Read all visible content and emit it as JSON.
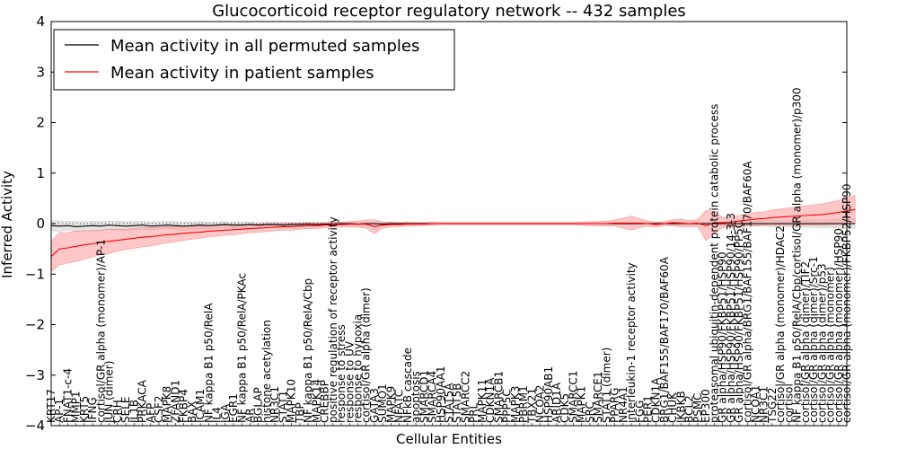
{
  "chart_data": {
    "type": "line",
    "title": "Glucocorticoid receptor regulatory network -- 432 samples",
    "xlabel": "Cellular Entities",
    "ylabel": "Inferred Activity",
    "ylim": [
      -4,
      4
    ],
    "yticks": [
      "4",
      "3",
      "2",
      "1",
      "0",
      "−1",
      "−2",
      "−3",
      "−4"
    ],
    "legend_position": "top-left",
    "categories": [
      "KRT17",
      "AP-1",
      "FNAT1-c-4",
      "MMP1",
      "KRT5",
      "IFNG",
      "cortisol/GR alpha (monomer)/AP-1",
      "JUN (dimer)",
      "CRH",
      "SELE",
      "IL1B",
      "PRKACA",
      "AFP",
      "CSF2",
      "MAPK8",
      "ZFAND1",
      "FKBP4",
      "BAX",
      "ICAM1",
      "NF kappa B1 p50/RelA",
      "IL4",
      "IGA",
      "EGR1",
      "NF kappa B1 p50/RelA/PKAc",
      "AR",
      "BGLAP",
      "histone acetylation",
      "NR3C1",
      "STAT1",
      "MAPK10",
      "TBP",
      "NF kappa B1 p50/RelA/Cbp",
      "MAPK14",
      "CREBBP",
      "positive regulation of receptor activity",
      "response to stress",
      "response to UV",
      "response to hypoxia",
      "cortisol/GR alpha (dimer)",
      "GATA3",
      "SUMO1",
      "MAPK9",
      "NFATC",
      "NFkB cascade",
      "apoptosis",
      "SMARCD1",
      "SMARCA4",
      "HSP90AA1",
      "STAT5A",
      "STAT5B",
      "SMARCC2",
      "PRL",
      "MAPK11",
      "CDKN1A",
      "SMARCB1",
      "PPP5C",
      "MAPK3",
      "PBRM1",
      "TBX21",
      "NCOA2",
      "HSP90AB1",
      "ARID1A",
      "CDK5",
      "SMARCC1",
      "MAPK1",
      "SRC",
      "SMARCE1",
      "STAT1 (dimer)",
      "PPARG",
      "NR4A1",
      "interleukin-1 receptor activity",
      "FGG",
      "PER1",
      "CDKN1A",
      "BRG1/BAF155/BAF170/BAF60A",
      "CHUK",
      "IKBKB",
      "BCL2",
      "PSMC",
      "EP300",
      "proteasomal ubiquitin-dependent protein catabolic process",
      "GR alpha/HSP90/FKBP51/HSP90",
      "GR alpha/HSP90/FKBP51/HSP90/14-3-3",
      "GR alpha/HSP90/FKBP51/HSP90/PP5C",
      "cortisol/GR alpha/BRG1/BAF155/BAF170/BAF60A",
      "NCOA1",
      "NR3C1",
      "TSG22",
      "cortisol/GR alpha (monomer)/HDAC2",
      "cortisol",
      "NF kappa B1 p50/RelA/Cbp/cortisol/GR alpha (monomer)/p300",
      "cortisol/GR alpha (dimer)/TIF2",
      "cortisol/GR alpha (dimer)/Src-1",
      "cortisol/GR alpha (dimer)/p53",
      "cortisol/GR alpha (monomer)",
      "cortisol/GR alpha (monomer)/HSP90",
      "cortisol/GR alpha (monomer)/FKBP52/HSP90"
    ],
    "series": [
      {
        "name": "Mean activity in all permuted samples",
        "color": "#000000",
        "x": [
          0,
          1,
          2,
          3,
          4,
          5,
          6,
          7,
          8,
          9,
          10,
          11,
          12,
          13,
          14,
          15,
          16,
          17,
          18,
          19,
          20,
          21,
          22,
          23,
          24,
          25,
          26,
          27,
          28,
          29,
          30,
          31,
          32,
          33,
          34,
          35,
          36,
          37,
          38,
          39,
          40,
          41,
          42,
          43,
          44,
          45,
          46,
          47,
          48,
          49,
          50,
          51,
          52,
          53,
          54,
          55,
          56,
          57,
          58,
          59,
          60,
          61,
          62,
          63,
          64,
          65,
          66,
          67,
          68,
          69,
          70,
          71,
          72,
          73,
          74,
          75,
          76,
          77,
          78,
          79,
          80,
          81,
          82,
          83,
          84,
          85,
          86,
          87,
          88,
          89,
          90,
          91,
          92,
          93,
          94,
          95,
          96,
          97
        ],
        "values": [
          -0.04,
          -0.05,
          -0.04,
          -0.06,
          -0.05,
          -0.04,
          -0.05,
          -0.03,
          -0.04,
          -0.05,
          -0.04,
          -0.03,
          -0.05,
          -0.04,
          -0.03,
          -0.04,
          -0.05,
          -0.04,
          -0.03,
          -0.04,
          -0.03,
          -0.02,
          -0.03,
          -0.03,
          -0.02,
          -0.03,
          -0.02,
          -0.02,
          -0.03,
          -0.02,
          -0.02,
          -0.01,
          -0.02,
          -0.01,
          -0.01,
          0,
          0,
          -0.01,
          0,
          0,
          -0.01,
          0,
          0,
          0,
          0,
          0,
          0,
          0,
          0,
          0,
          0,
          0,
          0,
          0,
          0,
          0,
          0,
          0,
          0,
          0,
          0,
          0,
          0,
          0,
          0,
          0,
          0,
          0,
          0,
          0,
          0,
          0,
          0,
          0,
          0,
          0,
          0,
          0,
          0,
          0,
          0,
          0,
          0,
          0,
          0,
          0,
          0,
          0,
          0,
          0,
          0,
          0,
          0,
          0,
          0,
          0,
          0,
          0
        ],
        "band_half_width": [
          0.1,
          0.1,
          0.09,
          0.1,
          0.09,
          0.09,
          0.09,
          0.08,
          0.09,
          0.09,
          0.08,
          0.08,
          0.08,
          0.08,
          0.07,
          0.08,
          0.08,
          0.07,
          0.07,
          0.07,
          0.06,
          0.06,
          0.06,
          0.06,
          0.05,
          0.05,
          0.05,
          0.05,
          0.05,
          0.04,
          0.04,
          0.04,
          0.04,
          0.03,
          0.03,
          0.03,
          0.03,
          0.03,
          0.03,
          0.03,
          0.03,
          0.03,
          0.02,
          0.02,
          0.02,
          0.02,
          0.02,
          0.02,
          0.02,
          0.02,
          0.02,
          0.02,
          0.02,
          0.02,
          0.02,
          0.02,
          0.02,
          0.02,
          0.02,
          0.02,
          0.02,
          0.02,
          0.02,
          0.02,
          0.02,
          0.02,
          0.02,
          0.02,
          0.02,
          0.02,
          0.02,
          0.02,
          0.02,
          0.02,
          0.02,
          0.03,
          0.03,
          0.03,
          0.03,
          0.03,
          0.03,
          0.04,
          0.04,
          0.04,
          0.05,
          0.05,
          0.05,
          0.06,
          0.06,
          0.06,
          0.07,
          0.07,
          0.08,
          0.08,
          0.08,
          0.09,
          0.09,
          0.1
        ]
      },
      {
        "name": "Mean activity in patient samples",
        "color": "#ff0000",
        "band_color": "#ff9999",
        "x": [
          0,
          1,
          2,
          3,
          4,
          5,
          6,
          7,
          8,
          9,
          10,
          11,
          12,
          13,
          14,
          15,
          16,
          17,
          18,
          19,
          20,
          21,
          22,
          23,
          24,
          25,
          26,
          27,
          28,
          29,
          30,
          31,
          32,
          33,
          34,
          35,
          36,
          37,
          38,
          39,
          40,
          41,
          42,
          43,
          44,
          45,
          46,
          47,
          48,
          49,
          50,
          51,
          52,
          53,
          54,
          55,
          56,
          57,
          58,
          59,
          60,
          61,
          62,
          63,
          64,
          65,
          66,
          67,
          68,
          69,
          70,
          71,
          72,
          73,
          74,
          75,
          76,
          77,
          78,
          79,
          80,
          81,
          82,
          83,
          84,
          85,
          86,
          87,
          88,
          89,
          90,
          91,
          92,
          93,
          94,
          95,
          96,
          97
        ],
        "values": [
          -0.65,
          -0.5,
          -0.48,
          -0.45,
          -0.42,
          -0.4,
          -0.37,
          -0.35,
          -0.33,
          -0.31,
          -0.29,
          -0.27,
          -0.26,
          -0.24,
          -0.22,
          -0.21,
          -0.19,
          -0.18,
          -0.17,
          -0.15,
          -0.14,
          -0.13,
          -0.12,
          -0.11,
          -0.1,
          -0.09,
          -0.08,
          -0.07,
          -0.06,
          -0.06,
          -0.05,
          -0.04,
          -0.04,
          -0.03,
          -0.02,
          -0.02,
          -0.01,
          -0.01,
          -0.01,
          -0.06,
          -0.03,
          -0.02,
          -0.02,
          -0.01,
          -0.01,
          -0.01,
          0,
          0,
          0,
          0,
          0,
          0,
          0,
          0,
          0,
          0,
          0,
          0,
          0,
          0,
          0,
          0,
          0,
          0,
          0,
          0,
          0,
          0,
          0.01,
          0.01,
          0.01,
          0.01,
          0,
          -0.02,
          0,
          0.02,
          0.01,
          0,
          0.01,
          -0.04,
          0.02,
          0.02,
          0.03,
          0.05,
          0.07,
          0.09,
          0.1,
          0.12,
          0.13,
          0.14,
          0.15,
          0.16,
          0.17,
          0.18,
          0.2,
          0.22,
          0.25,
          0.28
        ],
        "band_half_width": [
          0.3,
          0.32,
          0.3,
          0.3,
          0.28,
          0.26,
          0.24,
          0.24,
          0.22,
          0.2,
          0.2,
          0.19,
          0.18,
          0.17,
          0.16,
          0.15,
          0.14,
          0.13,
          0.12,
          0.11,
          0.11,
          0.1,
          0.1,
          0.09,
          0.08,
          0.08,
          0.08,
          0.07,
          0.07,
          0.07,
          0.06,
          0.06,
          0.06,
          0.05,
          0.05,
          0.05,
          0.05,
          0.06,
          0.08,
          0.14,
          0.06,
          0.05,
          0.04,
          0.04,
          0.03,
          0.03,
          0.03,
          0.02,
          0.02,
          0.02,
          0.02,
          0.02,
          0.02,
          0.02,
          0.02,
          0.02,
          0.02,
          0.02,
          0.02,
          0.02,
          0.02,
          0.02,
          0.02,
          0.02,
          0.03,
          0.04,
          0.04,
          0.05,
          0.06,
          0.1,
          0.14,
          0.09,
          0.05,
          0.05,
          0.04,
          0.06,
          0.08,
          0.06,
          0.07,
          0.3,
          0.22,
          0.1,
          0.1,
          0.11,
          0.12,
          0.13,
          0.13,
          0.15,
          0.16,
          0.17,
          0.18,
          0.19,
          0.2,
          0.21,
          0.22,
          0.24,
          0.26,
          0.28
        ]
      }
    ]
  }
}
